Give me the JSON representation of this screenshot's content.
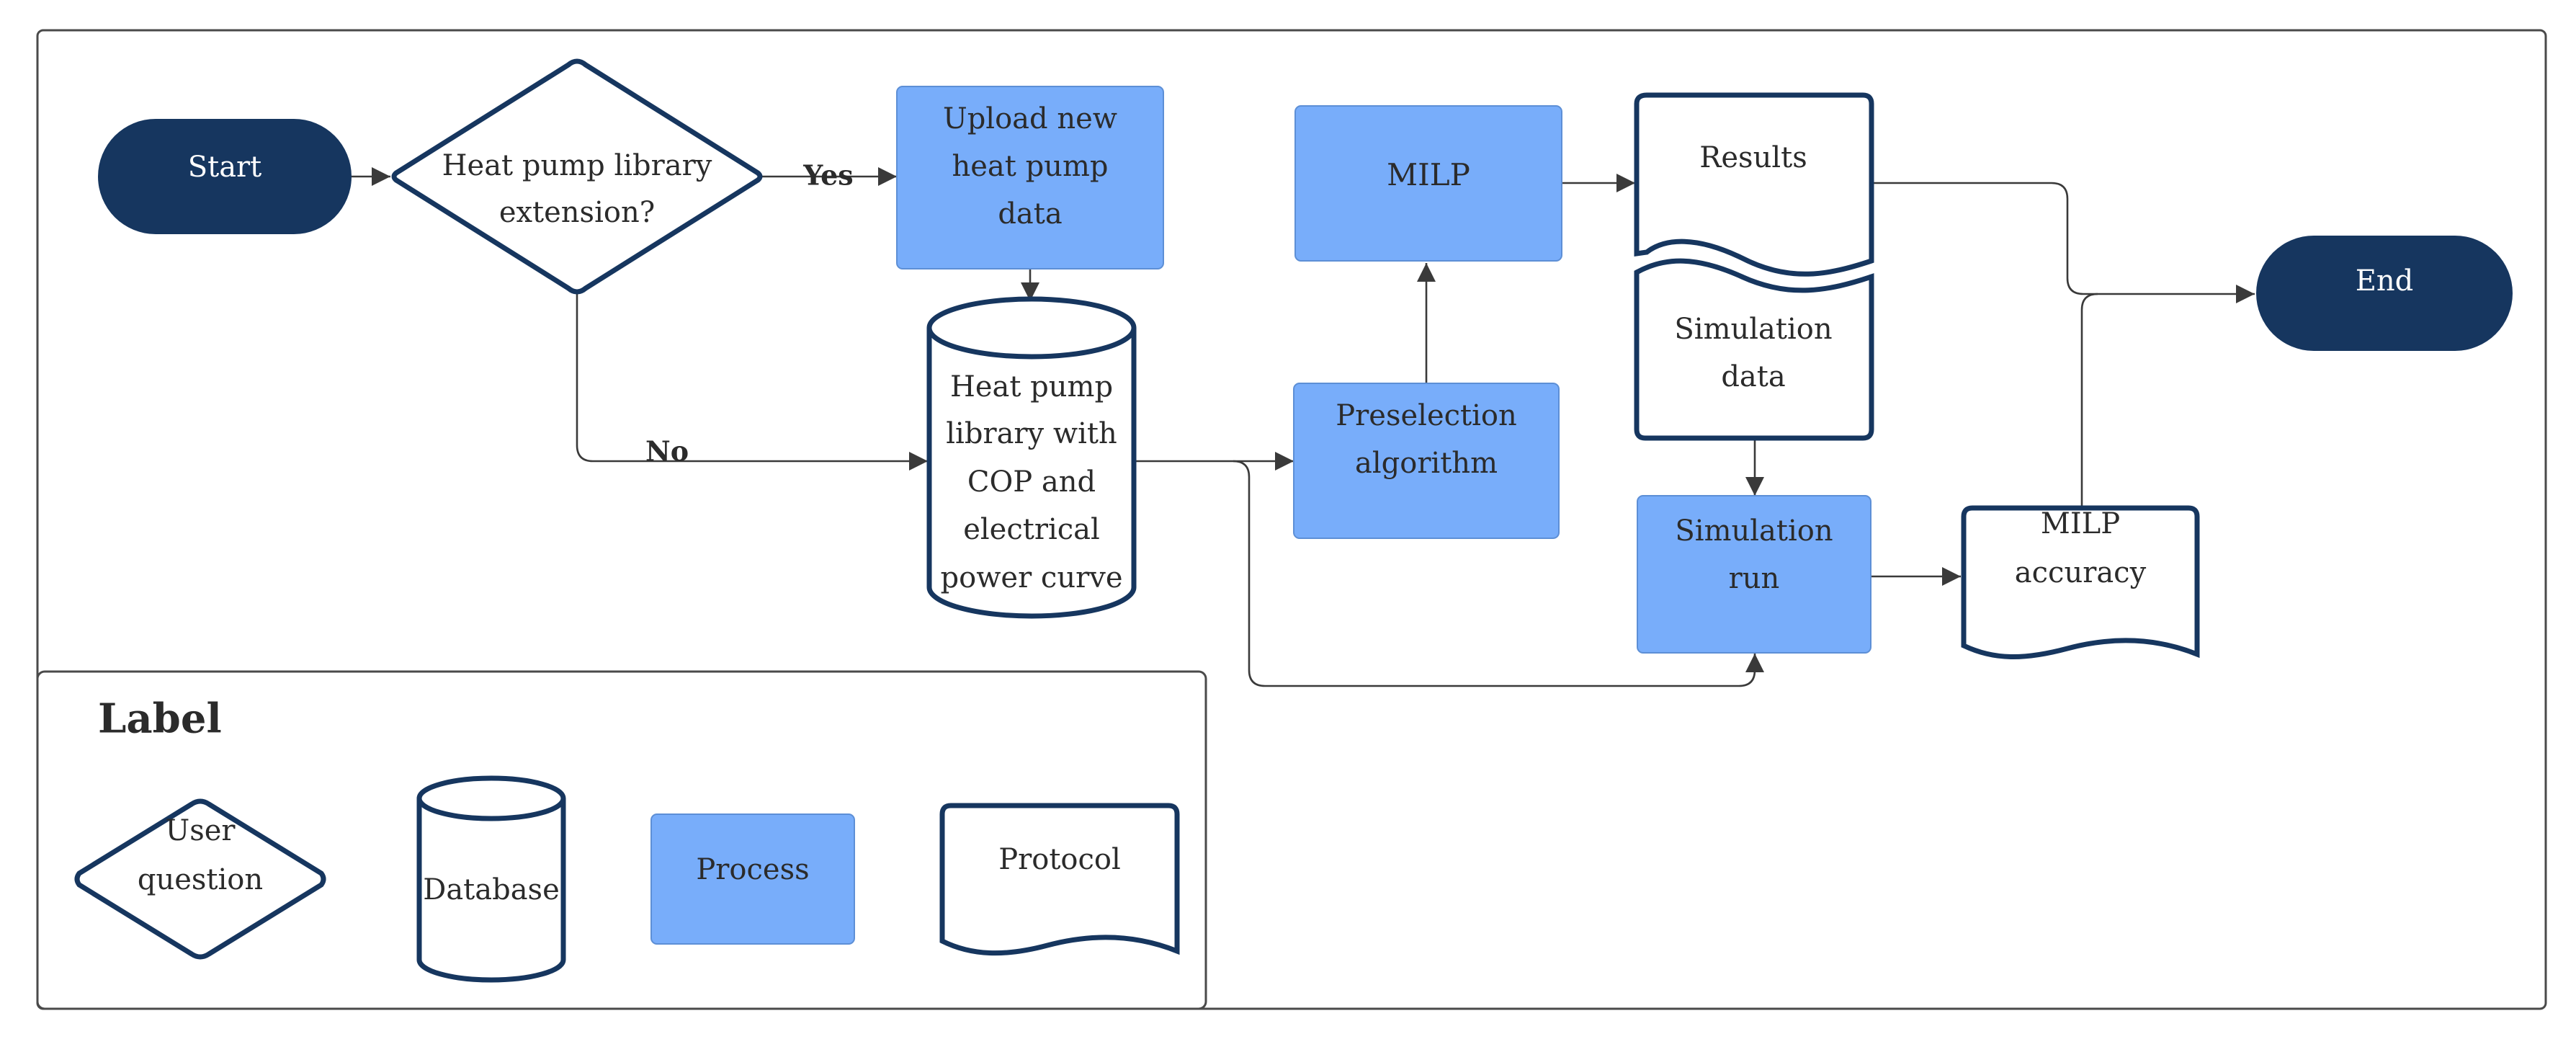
{
  "nodes": {
    "start": "Start",
    "decision": [
      "Heat pump library",
      "extension?"
    ],
    "upload": [
      "Upload new",
      "heat pump",
      "data"
    ],
    "database": [
      "Heat pump",
      "library with",
      "COP and",
      "electrical",
      "power curve"
    ],
    "milp": "MILP",
    "preselection": [
      "Preselection",
      "algorithm"
    ],
    "results": "Results",
    "simulation_data": [
      "Simulation",
      "data"
    ],
    "simulation_run": [
      "Simulation",
      "run"
    ],
    "milp_accuracy": [
      "MILP",
      "accuracy"
    ],
    "end": "End"
  },
  "edges": {
    "yes": "Yes",
    "no": "No"
  },
  "legend": {
    "title": "Label",
    "user_question": [
      "User",
      "question"
    ],
    "database": "Database",
    "process": "Process",
    "protocol": "Protocol"
  },
  "colors": {
    "terminal": "#16365f",
    "process": "#78adfa",
    "outline": "#16365f"
  }
}
